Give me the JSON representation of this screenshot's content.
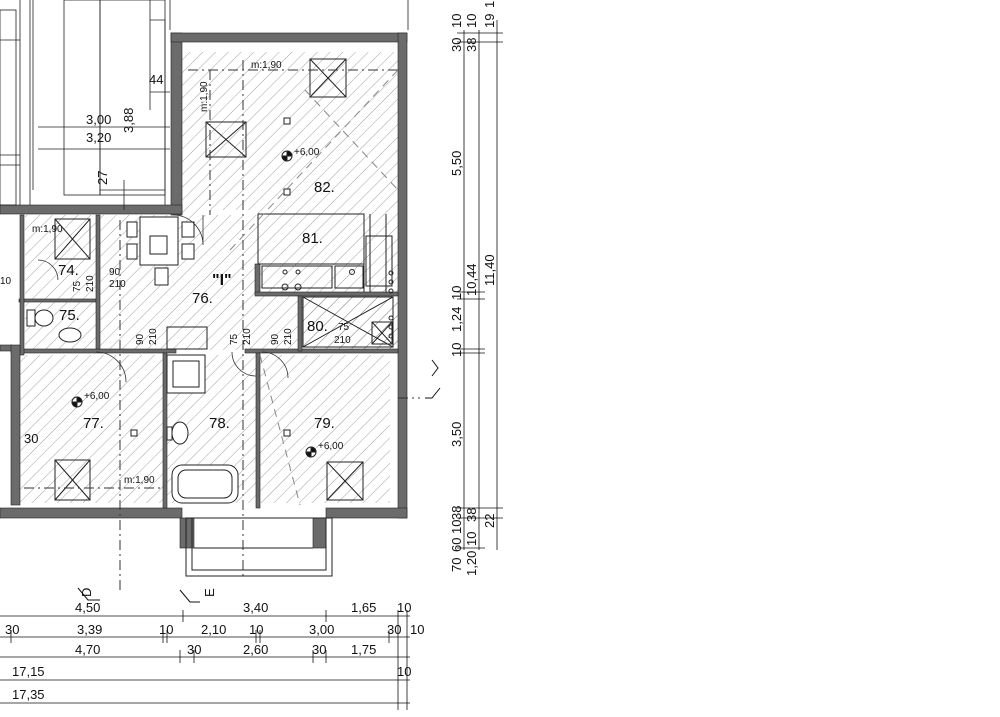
{
  "rooms": {
    "r74": "74.",
    "r75": "75.",
    "r76": "76.",
    "r77": "77.",
    "r78": "78.",
    "r79": "79.",
    "r80": "80.",
    "r81": "81.",
    "r82": "82."
  },
  "apartment_mark": "\"I\"",
  "levels": {
    "l82": "+6,00",
    "l77": "+6,00",
    "l79": "+6,00"
  },
  "heights": {
    "top": "m:1,90",
    "left_top": "m:1,90",
    "left": "m:1,90",
    "r77": "m:1,90"
  },
  "openings": {
    "o74a": "75",
    "o74b": "210",
    "o74c": "90",
    "o74d": "210",
    "o77a": "90",
    "o77b": "210",
    "o78a": "75",
    "o78b": "210",
    "o79a": "90",
    "o79b": "210",
    "o80a": "75",
    "o80b": "210"
  },
  "stairs": {
    "d300": "3,00",
    "d320": "3,20",
    "d388": "3,88",
    "d44": "44",
    "d27": "27"
  },
  "left_edge": {
    "d30": "30",
    "d10": "10"
  },
  "axes": {
    "d": "D",
    "e": "E"
  },
  "dims_bottom": {
    "row1": [
      "4,50",
      "3,40",
      "1,65",
      "10"
    ],
    "row2": [
      "30",
      "3,39",
      "10",
      "2,10",
      "10",
      "3,00",
      "30",
      "10"
    ],
    "row3": [
      "4,70",
      "30",
      "2,60",
      "30",
      "1,75"
    ],
    "row4": [
      "17,15",
      "10"
    ],
    "row5": [
      "17,35"
    ]
  },
  "dims_right": {
    "c1": [
      "30",
      "10",
      "38",
      "10",
      "19",
      "1,"
    ],
    "c2": [
      "5,50",
      "10",
      "1,24",
      "10",
      "3,50"
    ],
    "c3": [
      "10,44"
    ],
    "c4": [
      "11,40"
    ],
    "c1b": [
      "70",
      "60",
      "10",
      "38"
    ],
    "c2b": [
      "1,20",
      "10",
      "38"
    ],
    "c3b": [
      "22"
    ]
  }
}
